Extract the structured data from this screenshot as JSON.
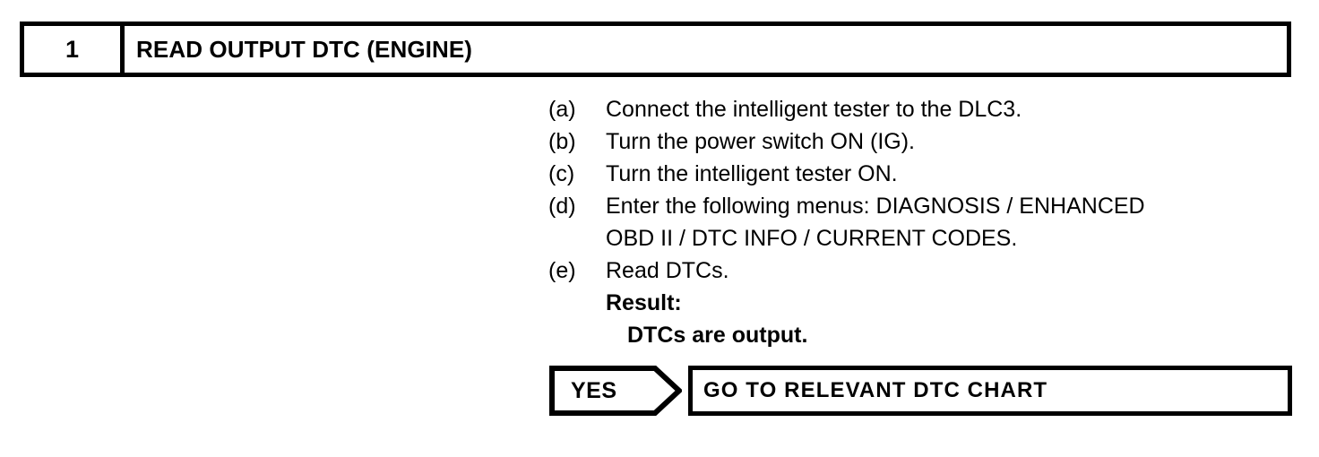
{
  "step_header": {
    "number": "1",
    "title": "READ OUTPUT DTC (ENGINE)"
  },
  "procedure": {
    "steps": [
      {
        "label": "(a)",
        "text": "Connect the intelligent tester to the DLC3."
      },
      {
        "label": "(b)",
        "text": "Turn the power switch ON (IG)."
      },
      {
        "label": "(c)",
        "text": "Turn the intelligent tester ON."
      },
      {
        "label": "(d)",
        "text": "Enter the following menus: DIAGNOSIS / ENHANCED",
        "continuation": "OBD II / DTC INFO / CURRENT CODES."
      },
      {
        "label": "(e)",
        "text": "Read DTCs."
      }
    ],
    "result": {
      "label": "Result:",
      "value": "DTCs are output."
    }
  },
  "outcome": {
    "answer": "YES",
    "action": "GO TO RELEVANT DTC CHART"
  },
  "colors": {
    "ink": "#000000",
    "paper": "#ffffff"
  }
}
